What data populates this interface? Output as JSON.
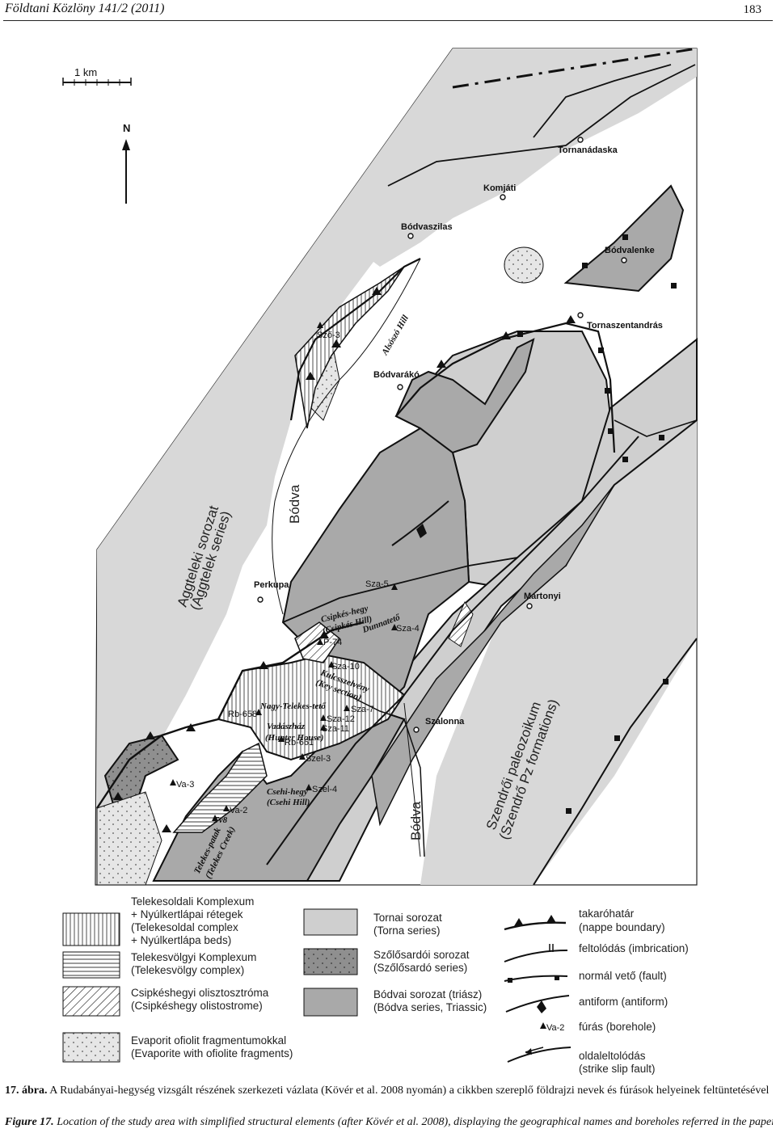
{
  "header": {
    "journal": "Földtani Közlöny 141/2 (2011)",
    "page_number": "183"
  },
  "map": {
    "scale_label": "1 km",
    "north_label": "N",
    "towns": [
      "Tornanádaska",
      "Komjáti",
      "Bódvaszilas",
      "Bódvalenke",
      "Tornaszentandrás",
      "Bódvarákó",
      "Perkupa",
      "Martonyi",
      "Szalonna"
    ],
    "rivers": [
      "Bódva",
      "Bódva"
    ],
    "series_labels": {
      "aggtelek_hu": "Aggteleki sorozat",
      "aggtelek_en": "(Aggtelek series)",
      "szendro_hu": "Szendrői paleozoikum",
      "szendro_en": "(Szendrő Pz formations)"
    },
    "hills": [
      "Alsószó Hill",
      "Csipkés-hegy",
      "(Csipkés Hill)",
      "Dunnatető",
      "Kulcsszelvény",
      "(Key section)",
      "Nagy-Telekes-tető",
      "Vadászház",
      "(Hunter House)",
      "Csehi-hegy",
      "(Csehi Hill)",
      "Telekes-patak",
      "(Telekes Creek)"
    ],
    "boreholes": [
      "Sző-3",
      "Sza-5",
      "Sza-4",
      "P-74",
      "Sza-10",
      "Sza-7",
      "Sza-12",
      "Sza-11",
      "Rb-658",
      "Rb-661",
      "Szel-3",
      "Szel-4",
      "Va-3",
      "Va-2",
      "Tv8"
    ]
  },
  "legend": {
    "units": [
      {
        "lines": [
          "Telekesoldali Komplexum",
          "+ Nyúlkertlápai rétegek",
          "(Telekesoldal complex",
          "+ Nyúlkertlápa beds)"
        ]
      },
      {
        "lines": [
          "Telekesvölgyi Komplexum",
          "(Telekesvölgy complex)"
        ]
      },
      {
        "lines": [
          "Csipkéshegyi olisztosztróma",
          "(Csipkéshegy olistostrome)"
        ]
      },
      {
        "lines": [
          "Evaporit ofiolit fragmentumokkal",
          "(Evaporite with ofiolite fragments)"
        ]
      },
      {
        "lines": [
          "Tornai sorozat",
          "(Torna series)"
        ]
      },
      {
        "lines": [
          "Szőlősardói sorozat",
          "(Szőlősardó series)"
        ]
      },
      {
        "lines": [
          "Bódvai sorozat (triász)",
          "(Bódva series, Triassic)"
        ]
      }
    ],
    "symbols": [
      {
        "lines": [
          "takaróhatár",
          "(nappe boundary)"
        ]
      },
      {
        "lines": [
          "feltolódás (imbrication)"
        ]
      },
      {
        "lines": [
          "normál vető (fault)"
        ]
      },
      {
        "lines": [
          "antiform (antiform)"
        ]
      },
      {
        "lines": [
          "fúrás (borehole)"
        ]
      },
      {
        "lines": [
          "oldaleltolódás",
          "(strike slip fault)"
        ]
      }
    ],
    "borehole_example": "Va-2"
  },
  "caption": {
    "hu_label": "17. ábra.",
    "hu_text": "A Rudabányai-hegység vizsgált részének szerkezeti vázlata (Kövér et al. 2008 nyomán) a cikkben szereplő földrajzi nevek és fúrások helyeinek feltüntetésével",
    "en_label": "Figure 17.",
    "en_text": "Location of the study area with simplified structural elements (after Kövér et al. 2008), displaying the geographical names and boreholes referred in the paper"
  },
  "colors": {
    "bodva_gray": "#a9a9a9",
    "torna_gray": "#cfcfcf",
    "szolosardo_gray": "#8f8f8f",
    "line": "#111111"
  }
}
